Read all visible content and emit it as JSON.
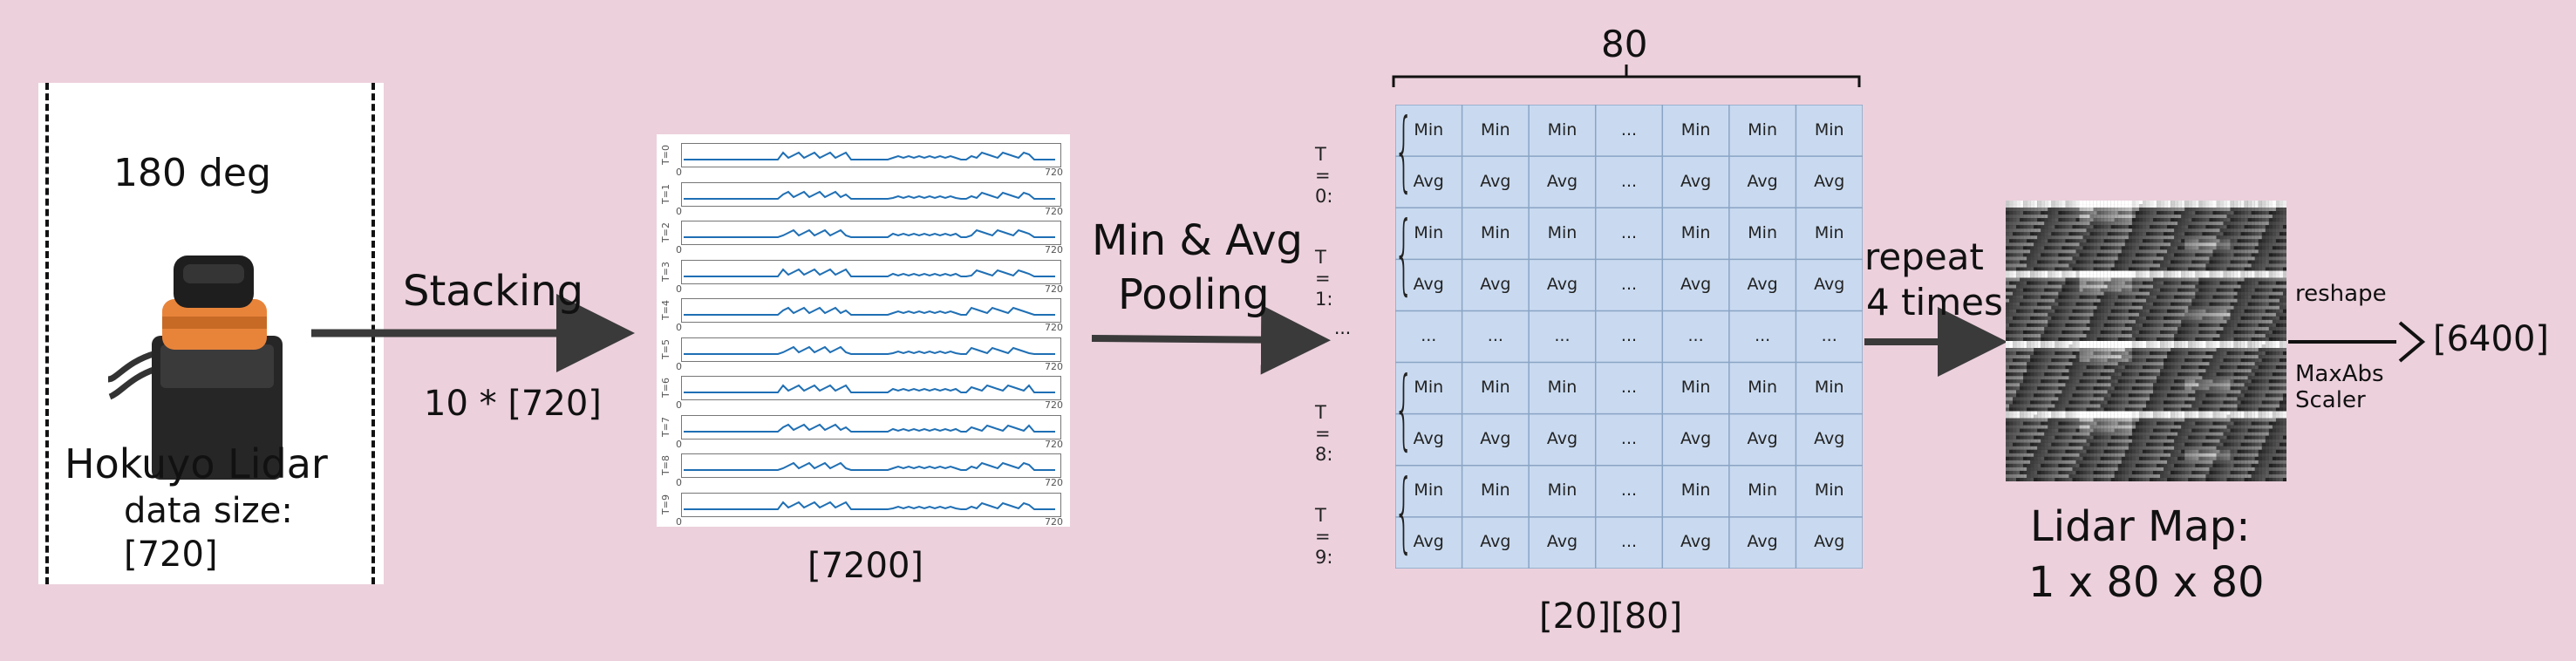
{
  "lidar": {
    "fov_label": "180 deg",
    "name": "Hokuyo Lidar",
    "size_label": "data size:",
    "size_value": "[720]"
  },
  "stacking": {
    "arrow_label": "Stacking",
    "count_label": "10 * [720]",
    "output_label": "[7200]",
    "strip_labels": [
      "T=0",
      "T=1",
      "T=2",
      "T=3",
      "T=4",
      "T=5",
      "T=6",
      "T=7",
      "T=8",
      "T=9"
    ],
    "tick_start": "0",
    "tick_end": "720"
  },
  "pooling": {
    "label_line1": "Min & Avg",
    "label_line2": "Pooling",
    "ellipsis": "..."
  },
  "grid": {
    "width_label": "80",
    "size_label": "[20][80]",
    "min": "Min",
    "avg": "Avg",
    "ellipsis": "...",
    "groups": [
      {
        "label": "T = 0:"
      },
      {
        "label": "T = 1:"
      },
      {
        "label": "T = 8:"
      },
      {
        "label": "T = 9:"
      }
    ],
    "row_ellipsis": "..."
  },
  "repeat": {
    "line1": "repeat",
    "line2": "4 times"
  },
  "map": {
    "title_line1": "Lidar Map:",
    "title_line2": "1 x 80 x 80"
  },
  "output": {
    "reshape_label": "reshape",
    "scaler_line1": "MaxAbs",
    "scaler_line2": "Scaler",
    "size_label": "[6400]"
  },
  "colors": {
    "background": "#ecd0dc",
    "grid_fill": "#c9daf0",
    "plot_line": "#1f6fb4",
    "arrow": "#3a3a3a"
  }
}
